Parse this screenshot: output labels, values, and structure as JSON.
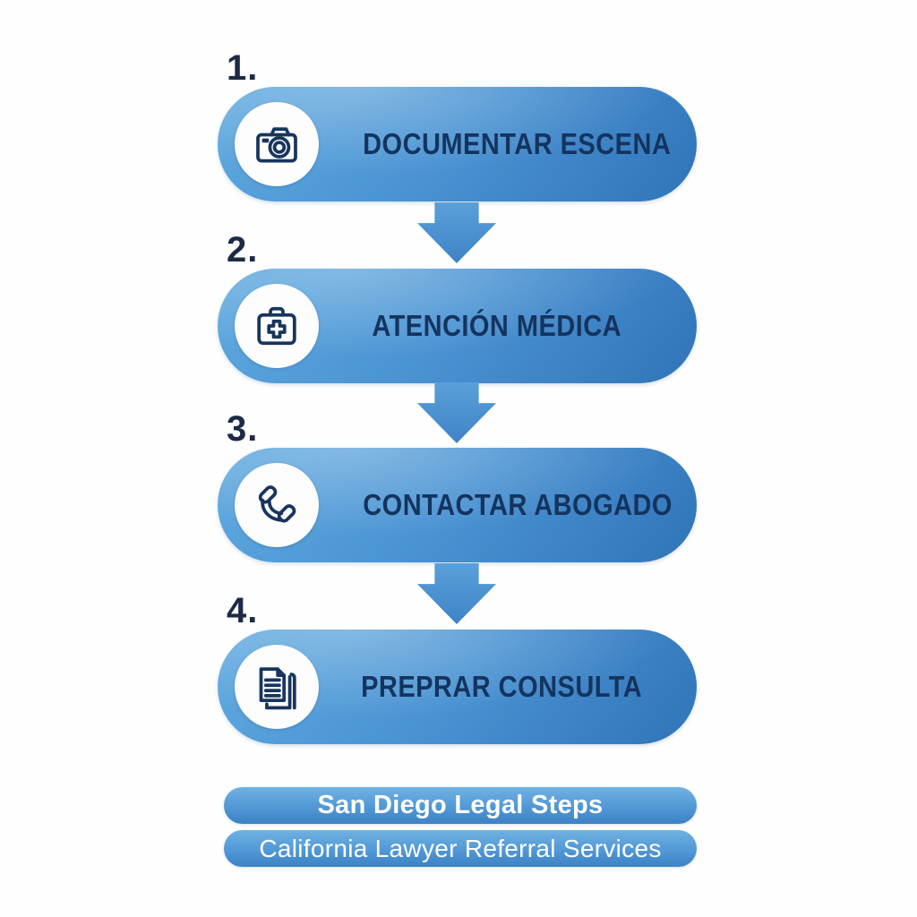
{
  "title": "San Diego legal steps infographic",
  "colors": {
    "pill_blue_light": "#5fa9df",
    "pill_blue_mid": "#4a93d3",
    "pill_blue_dark": "#3174b9",
    "arrow_blue": "#4a8fd0",
    "navy_text": "#14345e",
    "number_navy": "#1c2a45",
    "footer_text": "#ffffff",
    "background": "#fefefe"
  },
  "steps": [
    {
      "number": "1.",
      "label": "DOCUMENTAR ESCENA",
      "icon": "camera-icon"
    },
    {
      "number": "2.",
      "label": "ATENCIÓN MÉDICA",
      "icon": "first-aid-kit-icon"
    },
    {
      "number": "3.",
      "label": "CONTACTAR ABOGADO",
      "icon": "phone-icon"
    },
    {
      "number": "4.",
      "label": "PREPRAR CONSULTA",
      "icon": "documents-icon"
    }
  ],
  "footer": {
    "title": "San Diego Legal Steps",
    "subtitle": "California Lawyer Referral Services"
  }
}
